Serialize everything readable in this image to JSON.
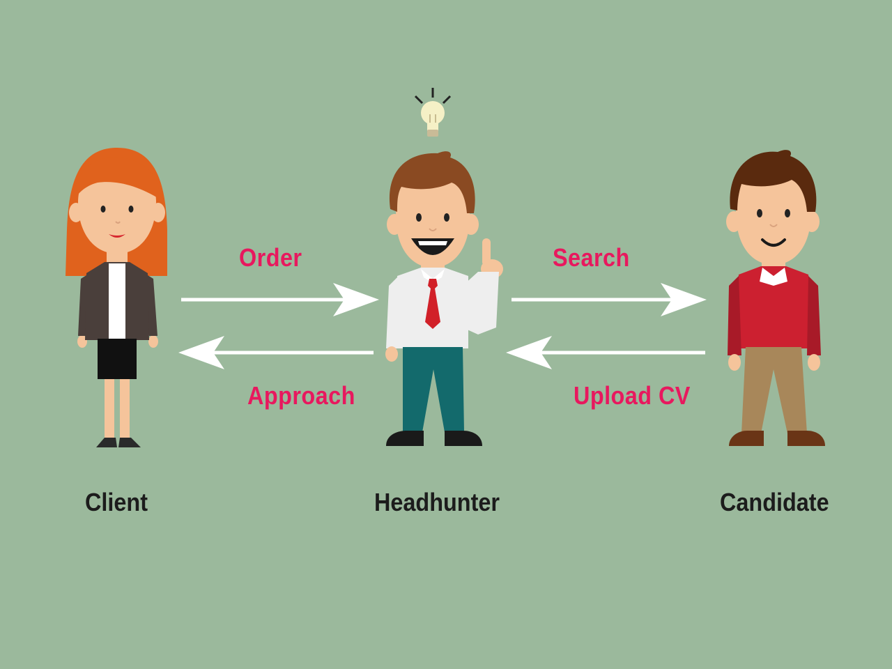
{
  "flows": {
    "order": "Order",
    "approach": "Approach",
    "search": "Search",
    "upload_cv": "Upload CV"
  },
  "roles": {
    "client": "Client",
    "headhunter": "Headhunter",
    "candidate": "Candidate"
  },
  "colors": {
    "background": "#9bb99c",
    "flow_label": "#e8185e",
    "role_label": "#1c1c1c",
    "arrow": "#ffffff"
  }
}
